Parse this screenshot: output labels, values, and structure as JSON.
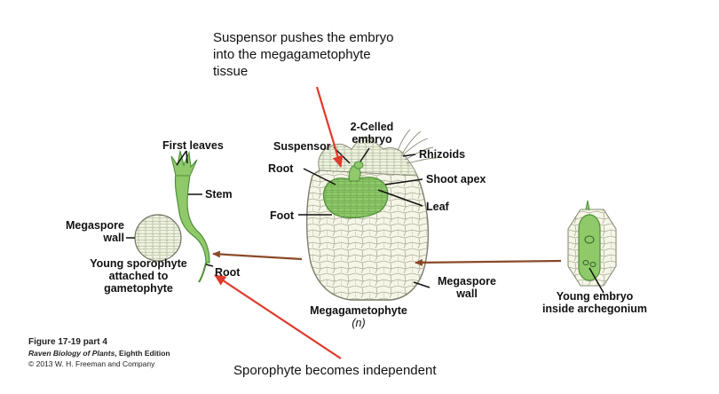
{
  "annotations": {
    "suspensor_note": "Suspensor pushes the embryo\ninto the megagametophyte\ntissue",
    "sporophyte_note": "Sporophyte becomes independent"
  },
  "labels": {
    "first_leaves": "First leaves",
    "stem": "Stem",
    "megaspore_wall_left_1": "Megaspore",
    "megaspore_wall_left_2": "wall",
    "young_sporophyte_1": "Young sporophyte",
    "young_sporophyte_2": "attached to",
    "young_sporophyte_3": "gametophyte",
    "root_left": "Root",
    "suspensor": "Suspensor",
    "two_celled_1": "2-Celled",
    "two_celled_2": "embryo",
    "rhizoids": "Rhizoids",
    "root_center": "Root",
    "shoot_apex": "Shoot apex",
    "foot": "Foot",
    "leaf": "Leaf",
    "megaspore_wall_right_1": "Megaspore",
    "megaspore_wall_right_2": "wall",
    "megagametophyte": "Megagametophyte",
    "ploidy": "(n)",
    "young_embryo_1": "Young embryo",
    "young_embryo_2": "inside archegonium"
  },
  "caption": {
    "figure": "Figure 17-19 part 4",
    "book": "Raven Biology of Plants",
    "edition": ", Eighth Edition",
    "copyright": "© 2013 W. H. Freeman and Company"
  },
  "colors": {
    "plant_green": "#8fc96a",
    "dark_green": "#4f8f3a",
    "cell_fill": "#f4f4e4",
    "arrow_brown": "#8a4a28",
    "annotation_red": "#e03a2c"
  }
}
